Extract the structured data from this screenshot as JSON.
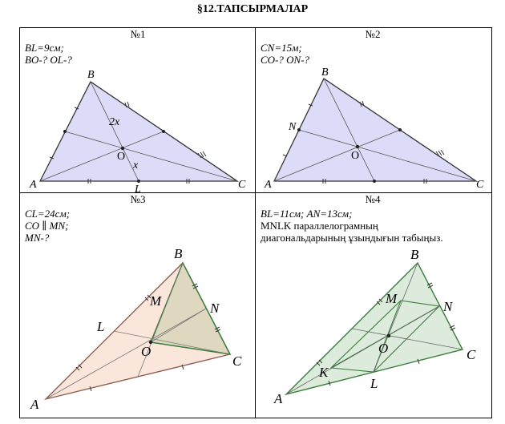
{
  "title": "§12.ТАПСЫРМАЛАР",
  "tasks": [
    {
      "number": "№1",
      "line1": "BL=9см;",
      "line2": "BO-? OL-?",
      "labels": {
        "A": "A",
        "B": "B",
        "C": "C",
        "O": "O",
        "L": "L",
        "two_x": "2x",
        "x": "x"
      }
    },
    {
      "number": "№2",
      "line1": "CN=15м;",
      "line2": "CO-? ON-?",
      "labels": {
        "A": "A",
        "B": "B",
        "C": "C",
        "O": "O",
        "N": "N"
      }
    },
    {
      "number": "№3",
      "line1": "CL=24см;",
      "line2": "CO ∥ MN;",
      "line3": "MN-?",
      "labels": {
        "A": "A",
        "B": "B",
        "C": "C",
        "O": "O",
        "L": "L",
        "M": "M",
        "N": "N"
      }
    },
    {
      "number": "№4",
      "line1": "BL=11см; AN=13см;",
      "line2": "MNLK параллелограмның",
      "line3": "диагональдарының ұзындығын табыңыз.",
      "labels": {
        "A": "A",
        "B": "B",
        "C": "C",
        "O": "O",
        "L": "L",
        "M": "M",
        "N": "N",
        "K": "K"
      }
    }
  ],
  "colors": {
    "triangle_blue": "#dcdcf8",
    "triangle_peach": "#fbe6dc",
    "triangle_olive": "#ddd8bf",
    "triangle_green": "#dcebdc",
    "edge_green": "#3a7d3a"
  }
}
